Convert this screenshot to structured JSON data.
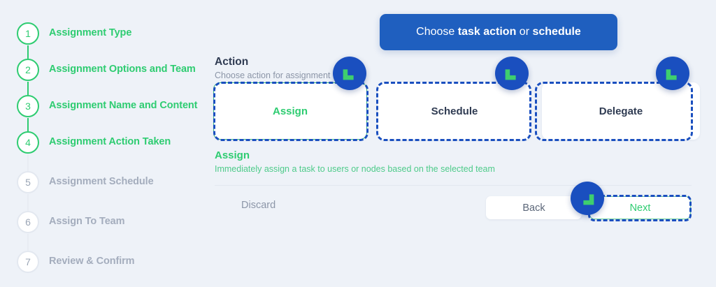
{
  "theme": {
    "page_background": "#eef2f8",
    "accent_green": "#2ecc71",
    "accent_blue": "#1a4fbf",
    "tooltip_blue": "#1f5fbf",
    "muted_text": "#a4adbd",
    "dark_text": "#2f3b52"
  },
  "stepper": {
    "steps": [
      {
        "number": "1",
        "label": "Assignment Type",
        "state": "active"
      },
      {
        "number": "2",
        "label": "Assignment Options and Team",
        "state": "active"
      },
      {
        "number": "3",
        "label": "Assignment Name and Content",
        "state": "active"
      },
      {
        "number": "4",
        "label": "Assignment Action Taken",
        "state": "active"
      },
      {
        "number": "5",
        "label": "Assignment Schedule",
        "state": "inactive"
      },
      {
        "number": "6",
        "label": "Assign To Team",
        "state": "inactive"
      },
      {
        "number": "7",
        "label": "Review & Confirm",
        "state": "inactive"
      }
    ]
  },
  "tooltip": {
    "prefix": "Choose ",
    "bold_1": "task action",
    "middle": " or ",
    "bold_2": "schedule"
  },
  "main": {
    "section_title": "Action",
    "section_subtitle": "Choose action for assignment",
    "options": [
      {
        "label": "Assign",
        "selected": true
      },
      {
        "label": "Schedule",
        "selected": false
      },
      {
        "label": "Delegate",
        "selected": false
      }
    ],
    "detail": {
      "title": "Assign",
      "description": "Immediately assign a task to users or nodes based on the selected team"
    },
    "footer": {
      "discard_label": "Discard",
      "back_label": "Back",
      "next_label": "Next"
    }
  },
  "annotations": {
    "cursors": [
      {
        "name": "cursor-arrow-assign",
        "direction": "down-left"
      },
      {
        "name": "cursor-arrow-schedule",
        "direction": "down-left"
      },
      {
        "name": "cursor-arrow-delegate",
        "direction": "down-left"
      },
      {
        "name": "cursor-arrow-next",
        "direction": "down-right"
      }
    ]
  }
}
